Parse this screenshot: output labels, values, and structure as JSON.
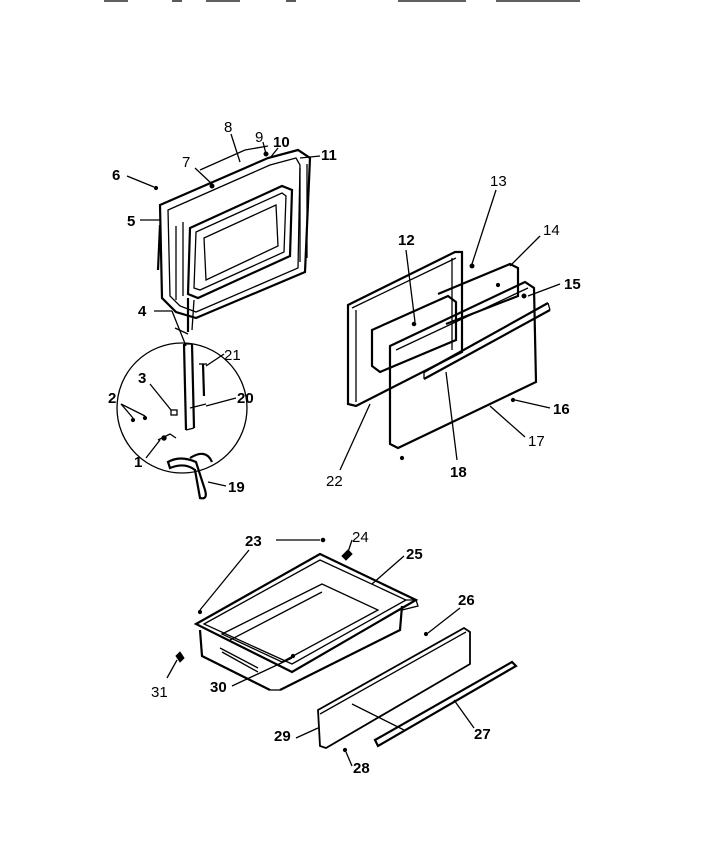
{
  "diagram": {
    "part_numbers": {
      "p1": "1",
      "p2": "2",
      "p3": "3",
      "p4": "4",
      "p5": "5",
      "p6": "6",
      "p7": "7",
      "p8": "8",
      "p9": "9",
      "p10": "10",
      "p11": "11",
      "p12": "12",
      "p13": "13",
      "p14": "14",
      "p15": "15",
      "p16": "16",
      "p17": "17",
      "p18": "18",
      "p19": "19",
      "p20": "20",
      "p21": "21",
      "p22": "22",
      "p23": "23",
      "p24": "24",
      "p25": "25",
      "p26": "26",
      "p27": "27",
      "p28": "28",
      "p29": "29",
      "p30": "30",
      "p31": "31"
    }
  }
}
